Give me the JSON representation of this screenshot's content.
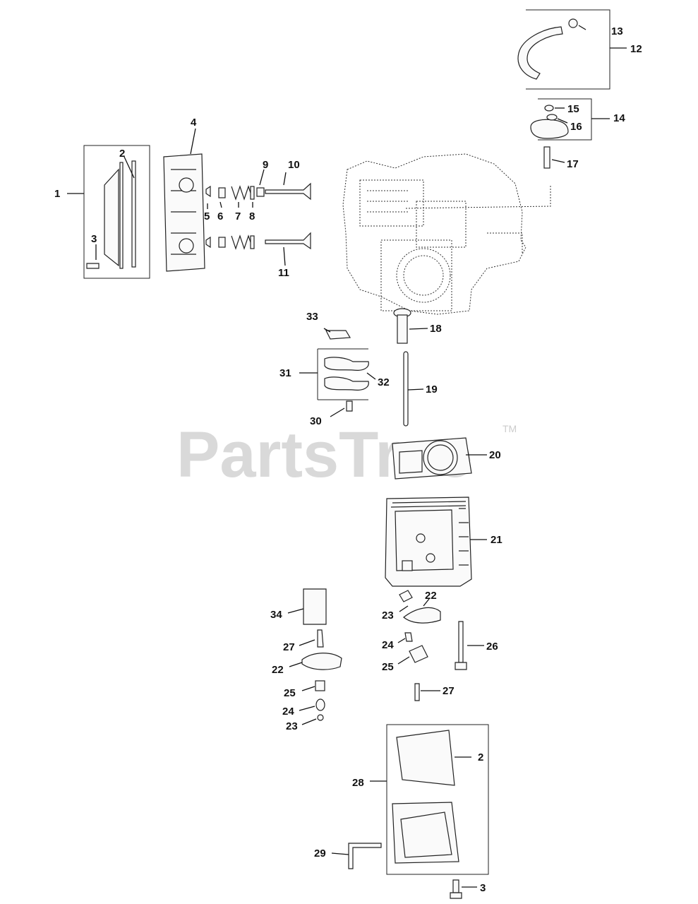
{
  "watermark": {
    "text": "PartsTree",
    "trademark": "TM"
  },
  "callouts": {
    "c1": "1",
    "c2a": "2",
    "c3a": "3",
    "c4": "4",
    "c5": "5",
    "c6": "6",
    "c7": "7",
    "c8": "8",
    "c9": "9",
    "c10": "10",
    "c11": "11",
    "c12": "12",
    "c13": "13",
    "c14": "14",
    "c15": "15",
    "c16": "16",
    "c17": "17",
    "c18": "18",
    "c19": "19",
    "c20": "20",
    "c21": "21",
    "c22a": "22",
    "c22b": "22",
    "c23a": "23",
    "c23b": "23",
    "c24a": "24",
    "c24b": "24",
    "c25a": "25",
    "c25b": "25",
    "c26": "26",
    "c27a": "27",
    "c27b": "27",
    "c28": "28",
    "c2b": "2",
    "c29": "29",
    "c3b": "3",
    "c30": "30",
    "c31": "31",
    "c32": "32",
    "c33": "33",
    "c34": "34"
  }
}
